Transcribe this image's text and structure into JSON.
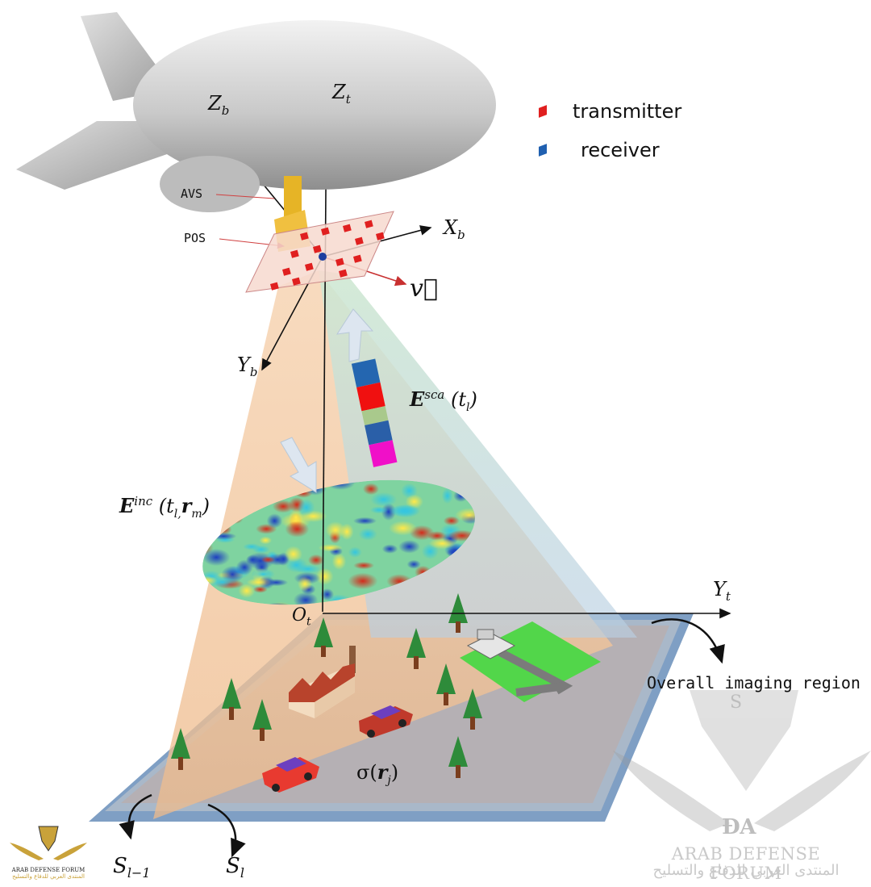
{
  "legend": {
    "transmitter": "transmitter",
    "receiver": "receiver"
  },
  "labels": {
    "zb": "Z",
    "zb_sub": "b",
    "zt": "Z",
    "zt_sub": "t",
    "xb": "X",
    "xb_sub": "b",
    "yb": "Y",
    "yb_sub": "b",
    "yt": "Y",
    "yt_sub": "t",
    "ot": "O",
    "ot_sub": "t",
    "avs": "AVS",
    "pos": "POS",
    "velocity": "v⃗",
    "esca": "E",
    "esca_sup": "sca",
    "esca_arg": " (t",
    "esca_arg_sub": "l",
    "esca_close": ")",
    "einc": "E",
    "einc_sup": "inc",
    "einc_arg": " (t",
    "einc_sub1": "l,",
    "einc_r": "r",
    "einc_sub2": "m",
    "einc_close": ")",
    "sigma": "σ(",
    "sigma_r": "r",
    "sigma_sub": "j",
    "sigma_close": ")",
    "s_prev": "S",
    "s_prev_sub": "l−1",
    "s_cur": "S",
    "s_cur_sub": "l",
    "region": "Overall imaging region"
  },
  "watermark": {
    "logo_letter": "S",
    "logo_mark": "ÐA",
    "name": "ARAB DEFENSE FORUM",
    "arabic": "المنتدى العربي للدفاع والتسليح",
    "small_name": "ARAB DEFENSE FORUM",
    "small_arabic": "المنتدى العربي للدفاع والتسليح"
  },
  "colors": {
    "transmitter": "#e02020",
    "receiver": "#2060b0",
    "velocity_arrow": "#c83030",
    "ground": "#8aa6c4",
    "beam_orange": "#f2c9a0",
    "beam_green": "#bfe0c8"
  }
}
